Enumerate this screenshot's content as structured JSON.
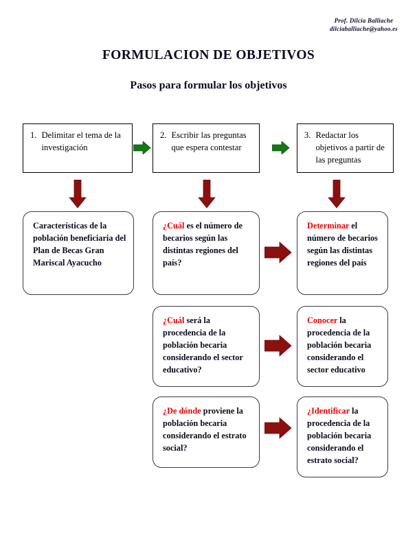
{
  "author": {
    "name": "Prof. Dilcia Balliache",
    "email": "dilciaballiache@yahoo.es"
  },
  "titles": {
    "main": "FORMULACION DE OBJETIVOS",
    "sub": "Pasos para formular los objetivos"
  },
  "steps": [
    {
      "number": "1.",
      "text": "Delimitar el tema de la investigación"
    },
    {
      "number": "2.",
      "text": "Escribir las preguntas que espera contestar"
    },
    {
      "number": "3.",
      "text": "Redactar los objetivos a partir de las preguntas"
    }
  ],
  "characteristics_box": {
    "text": "Características de la población beneficiaria del Plan de Becas Gran Mariscal Ayacucho"
  },
  "rows": [
    {
      "question": {
        "highlight": "¿Cuál",
        "rest": " es el número de becarios según las distintas regiones del país?"
      },
      "objective": {
        "highlight": "Determinar",
        "rest": " el número de becarios según las distintas regiones del país"
      }
    },
    {
      "question": {
        "highlight": "¿Cuál",
        "rest": " será la procedencia de la población becaria considerando el sector educativo?"
      },
      "objective": {
        "highlight": "Conocer",
        "rest": " la procedencia de la población becaria considerando el sector educativo"
      }
    },
    {
      "question": {
        "highlight": "¿De dónde",
        "rest": " proviene la población becaria considerando el estrato social?"
      },
      "objective": {
        "highlight": "¿Identificar",
        "rest": " la procedencia de la población becaria considerando el estrato social?"
      }
    }
  ],
  "colors": {
    "highlight_red": "#ee0000",
    "arrow_red": "#8b1010",
    "arrow_green": "#147814",
    "title_ink": "#0b0b22"
  },
  "icons": {
    "green_arrow": "arrow-right-icon",
    "red_down_arrow": "arrow-down-icon",
    "red_right_arrow": "arrow-right-icon"
  }
}
